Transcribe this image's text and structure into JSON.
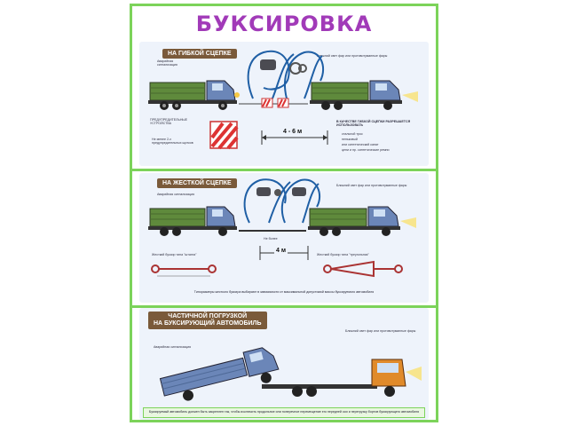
{
  "poster": {
    "title": "БУКСИРОВКА",
    "section1": {
      "tag": "НА ГИБКОЙ СЦЕПКЕ",
      "label_tractor": "Аварийная сигнализация",
      "label_light": "Ближний свет фар или противотуманные фары",
      "label_warning": "ПРЕДУПРЕДИТЕЛЬНЫЕ УСТРОЙСТВА",
      "label_sign": "Не менее 2-х предупредительных щитков",
      "distance": "4 - 6 м",
      "notes_title": "В КАЧЕСТВЕ ГИБКОЙ СЦЕПКИ РАЗРЕШАЕТСЯ ИСПОЛЬЗОВАТЬ",
      "notes": [
        "стальной трос",
        "пеньковый",
        "или синтетический канат",
        "цепи и пр. синтетические ремни"
      ]
    },
    "section2": {
      "tag": "НА ЖЕСТКОЙ СЦЕПКЕ",
      "label_tractor": "Аварийная сигнализация",
      "label_light": "Ближний свет фар или противотуманные фары",
      "distance": "4 м",
      "distance_note": "Не более",
      "bar_left": "Жесткий буксир типа \"штанга\"",
      "bar_right": "Жесткий буксир типа \"треугольник\"",
      "caption": "Типоразмеры жесткого буксира выбирают в зависимости от максимальной допустимой массы буксируемого автомобиля"
    },
    "section3": {
      "tag_line1": "ЧАСТИЧНОЙ ПОГРУЗКОЙ",
      "tag_line2": "НА БУКСИРУЮЩИЙ АВТОМОБИЛЬ",
      "label_tractor": "Аварийная сигнализация",
      "label_light": "Ближний свет фар или противотуманные фары",
      "caption": "Буксируемый автомобиль должен быть закреплен так, чтобы исключить продольное или поперечное перемещение его передней оси и перегрузку бортов буксирующего автомобиля"
    }
  },
  "colors": {
    "frame": "#7cd35a",
    "title": "#a13ab8",
    "cab_blue": "#6b86b8",
    "cargo_green": "#5f8a3c",
    "cab_orange": "#e08a2a",
    "tag_brown": "#7a5a3a"
  }
}
